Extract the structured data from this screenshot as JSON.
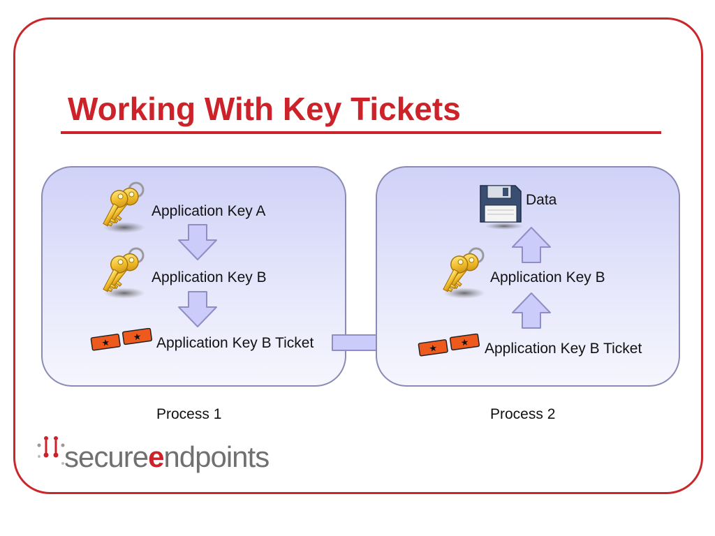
{
  "slide": {
    "title": "Working With Key Tickets"
  },
  "process1": {
    "caption": "Process 1",
    "items": [
      {
        "label": "Application Key A",
        "icon": "keys-icon"
      },
      {
        "label": "Application Key B",
        "icon": "keys-icon"
      },
      {
        "label": "Application Key B Ticket",
        "icon": "ticket-icon"
      }
    ]
  },
  "process2": {
    "caption": "Process 2",
    "items": [
      {
        "label": "Data",
        "icon": "floppy-disk-icon"
      },
      {
        "label": "Application Key B",
        "icon": "keys-icon"
      },
      {
        "label": "Application Key B Ticket",
        "icon": "ticket-icon"
      }
    ]
  },
  "logo": {
    "brand_part1": "secure",
    "brand_part2": "e",
    "brand_part3": "ndpoints"
  },
  "colors": {
    "accent_red": "#cc2229",
    "panel_border": "#8a8ab4",
    "arrow_fill": "#ccccfa",
    "arrow_stroke": "#8e8ec4",
    "key_gold": "#f2c12e",
    "ticket_orange": "#ee5a1e"
  }
}
